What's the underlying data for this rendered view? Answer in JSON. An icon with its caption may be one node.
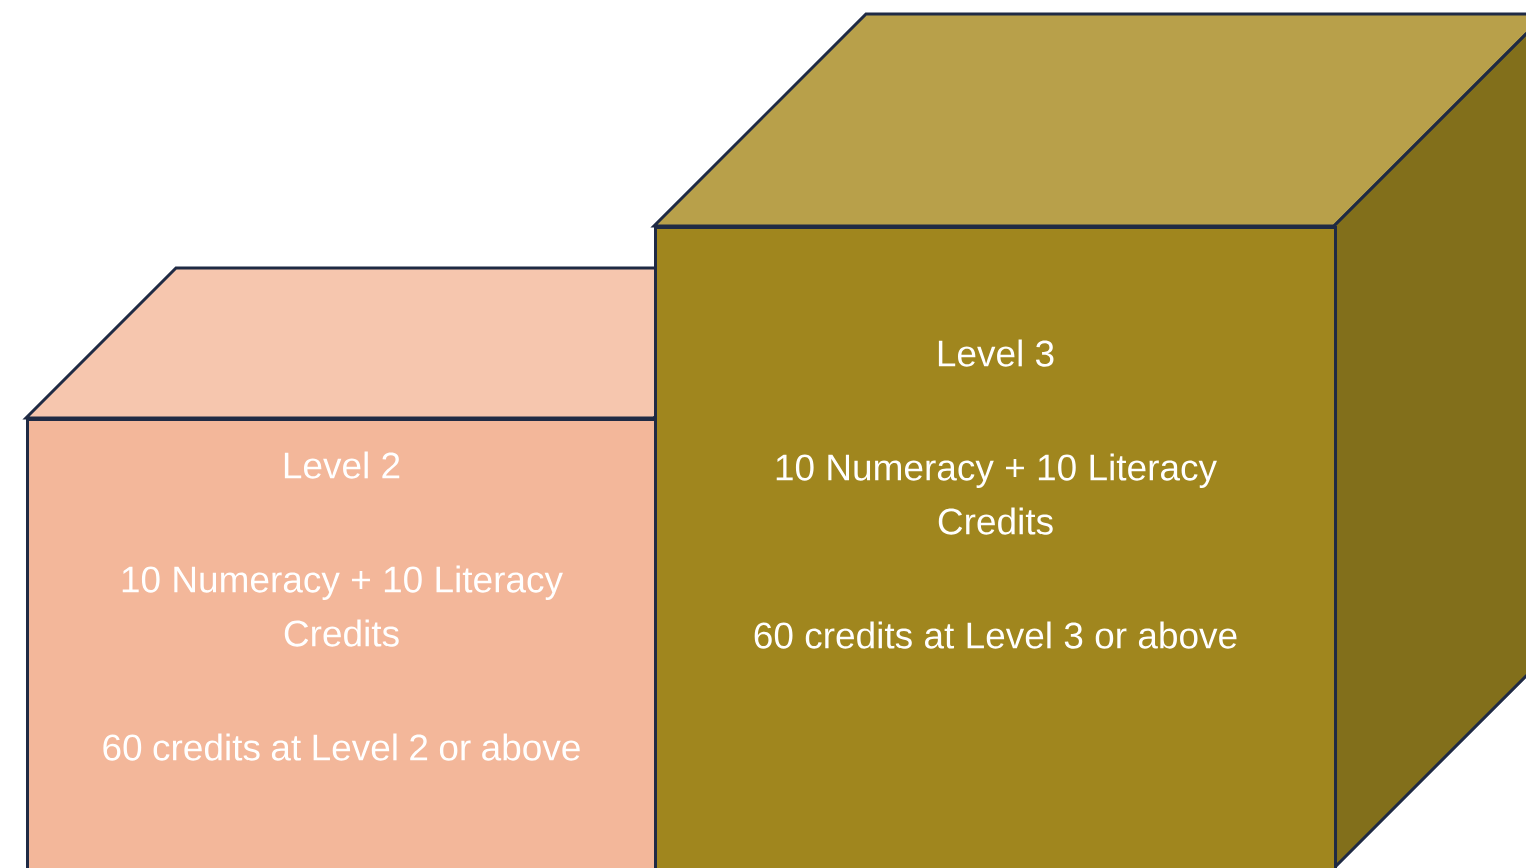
{
  "diagram": {
    "nodes": [
      {
        "text": [
          "Level 2",
          "10 Numeracy + 10 Literacy Credits",
          "60 credits at Level 2 or above"
        ]
      },
      {
        "text": [
          "Level 3",
          "10 Numeracy + 10 Literacy Credits",
          "60 credits at Level 3 or above"
        ]
      }
    ]
  }
}
